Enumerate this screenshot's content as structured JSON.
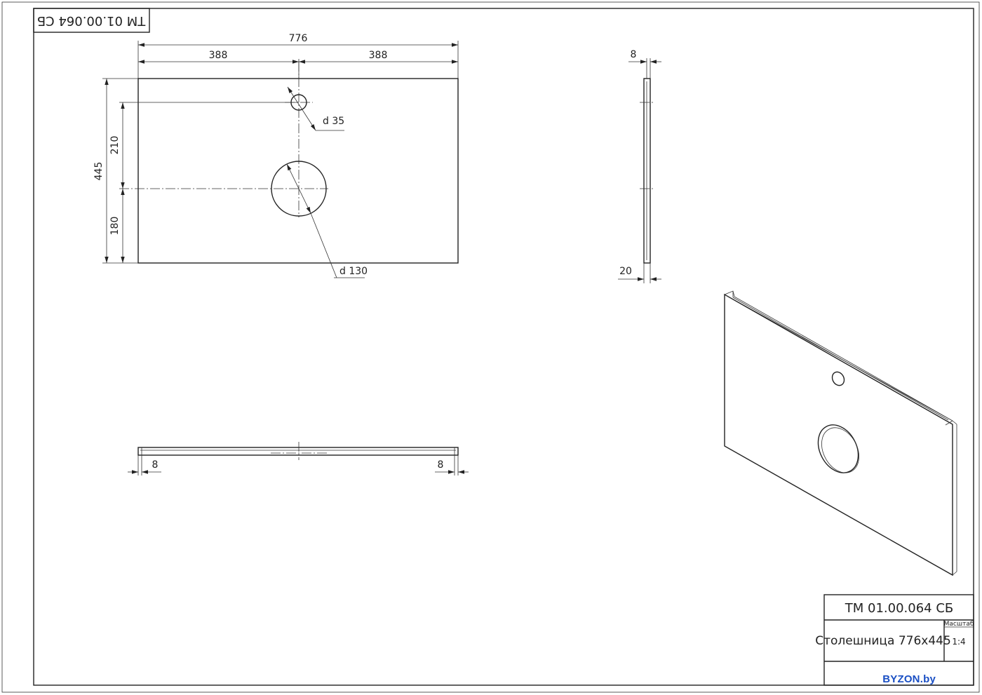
{
  "stamp_code": "ТМ 01.00.064 СБ",
  "title_block": {
    "code": "ТМ 01.00.064 СБ",
    "name": "Столешница 776x445",
    "scale_label": "Масштаб",
    "scale_value": "1:4"
  },
  "dimensions": {
    "overall_width": "776",
    "half_left": "388",
    "half_right": "388",
    "overall_depth": "445",
    "tap_hole_offset": "210",
    "sink_hole_offset": "180",
    "small_hole_label": "d 35",
    "large_hole_label": "d 130",
    "side_top": "8",
    "side_bottom": "20",
    "front_left": "8",
    "front_right": "8"
  },
  "watermark": "BYZON.by"
}
